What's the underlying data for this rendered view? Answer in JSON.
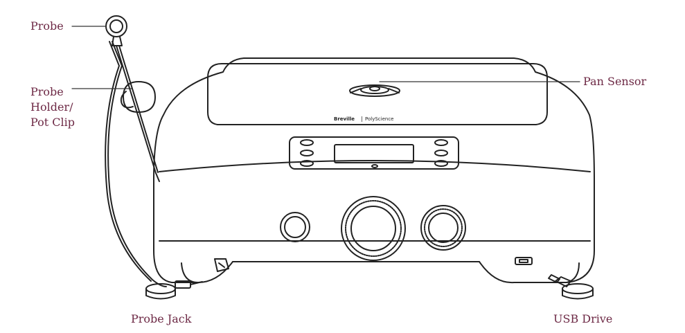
{
  "colors": {
    "label_text": "#6d2945",
    "line_art": "#222222",
    "leader": "#333333",
    "background": "#ffffff"
  },
  "labels": {
    "probe": "Probe",
    "probe_holder": [
      "Probe",
      "Holder/",
      "Pot Clip"
    ],
    "pan_sensor": "Pan Sensor",
    "probe_jack": "Probe Jack",
    "usb_drive": "USB Drive"
  },
  "device": {
    "brand": "Breville",
    "brand_separator": "|",
    "sub_brand": "PolyScience"
  },
  "icons": [
    "temperature-probe-icon",
    "pot-clip-icon",
    "probe-jack-icon",
    "usb-drive-icon",
    "pan-sensor-icon",
    "control-knob-icon"
  ]
}
